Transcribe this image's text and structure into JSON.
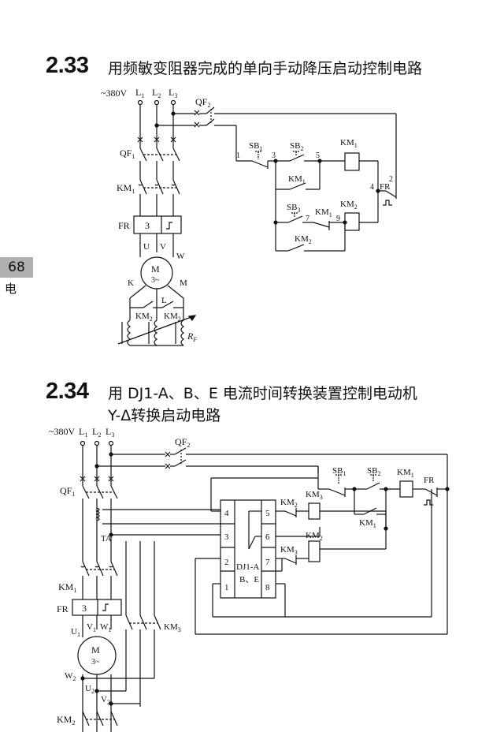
{
  "page": {
    "number": "68",
    "book_title": "电工常用电路图集"
  },
  "sections": [
    {
      "id": "2.33",
      "number": "2.33",
      "title_lines": [
        "用频敏变阻器完成的单向手动降压启动控制电路"
      ],
      "labels": {
        "supply": "~380V",
        "L1": "L",
        "L2": "L",
        "L3": "L",
        "s1": "1",
        "s2": "2",
        "s3": "3",
        "QF2": "QF",
        "QF1": "QF",
        "KM1": "KM",
        "FR": "FR",
        "FR_box": "3",
        "U": "U",
        "V": "V",
        "W": "W",
        "K": "K",
        "L": "L",
        "Mnode": "M",
        "motor": "M",
        "motor_sub": "3~",
        "KM2": "KM",
        "RF": "R",
        "RF_sub": "F",
        "SB1": "SB",
        "SB2": "SB",
        "SB3": "SB",
        "KM1_coil": "KM",
        "KM2_coil": "KM",
        "KM1_aux": "KM",
        "KM2_aux": "KM",
        "KM1_int": "KM",
        "FR_nc": "FR",
        "n1": "1",
        "n2": "2",
        "n3": "3",
        "n4": "4",
        "n5": "5",
        "n7": "7",
        "n9": "9"
      }
    },
    {
      "id": "2.34",
      "number": "2.34",
      "title_lines": [
        "用 DJ1-A、B、E 电流时间转换装置控制电动机",
        "Y-Δ转换启动电路"
      ],
      "labels": {
        "supply": "~380V",
        "L1": "L",
        "L2": "L",
        "L3": "L",
        "s1": "1",
        "s2": "2",
        "s3": "3",
        "QF2": "QF",
        "QF1": "QF",
        "TA": "TA",
        "KM1": "KM",
        "FR": "FR",
        "FR_box": "3",
        "U1": "U",
        "V1": "V",
        "W1": "W",
        "W2": "W",
        "U2": "U",
        "V2": "V",
        "motor": "M",
        "motor_sub": "3~",
        "KM2": "KM",
        "KM3": "KM",
        "SB1": "SB",
        "SB2": "SB",
        "KM1_coil": "KM",
        "FR_nc": "FR",
        "KM1_aux": "KM",
        "KM2_nc": "KM",
        "KM3_coil": "KM",
        "KM3_nc": "KM",
        "KM2_coil": "KM",
        "dj_name": "DJ1-A",
        "dj_sub": "B、E",
        "p1": "1",
        "p2": "2",
        "p3": "3",
        "p4": "4",
        "p5": "5",
        "p6": "6",
        "p7": "7",
        "p8": "8"
      }
    }
  ]
}
